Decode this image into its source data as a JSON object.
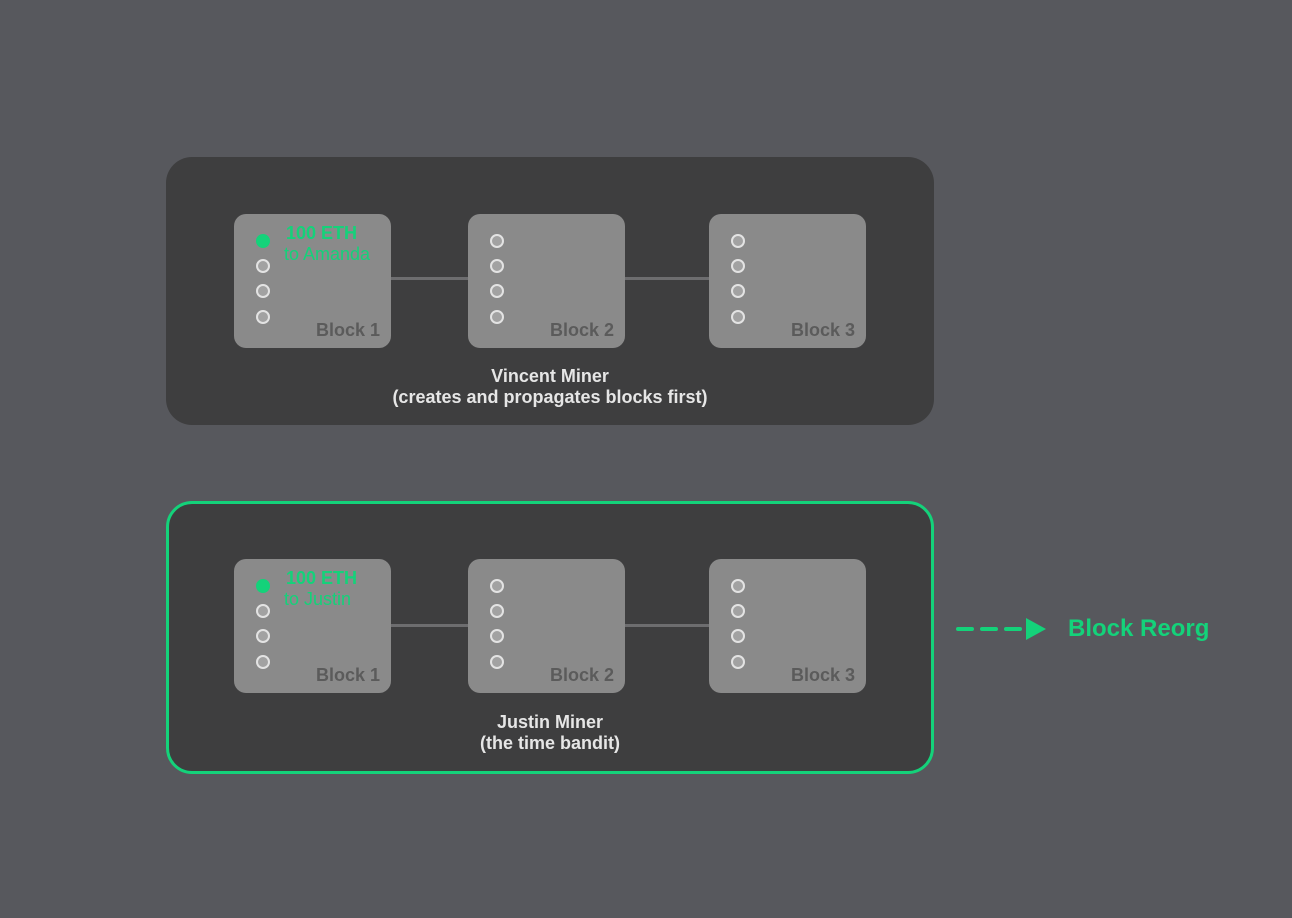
{
  "vincent_chain": {
    "blocks": [
      {
        "label": "Block 1",
        "tx_amount": "100 ETH",
        "tx_recipient": "to Amanda"
      },
      {
        "label": "Block 2"
      },
      {
        "label": "Block 3"
      }
    ],
    "caption_line1": "Vincent Miner",
    "caption_line2": "(creates and propagates blocks first)"
  },
  "justin_chain": {
    "blocks": [
      {
        "label": "Block 1",
        "tx_amount": "100 ETH",
        "tx_recipient": "to Justin"
      },
      {
        "label": "Block 2"
      },
      {
        "label": "Block 3"
      }
    ],
    "caption_line1": "Justin Miner",
    "caption_line2": "(the time bandit)"
  },
  "reorg": {
    "label": "Block Reorg"
  },
  "colors": {
    "background": "#57585d",
    "panel": "#3e3e3f",
    "block": "#8a8a8a",
    "accent_green": "#14d27a",
    "caption_text": "#e6e6e6",
    "block_label": "#5b5b5b"
  }
}
